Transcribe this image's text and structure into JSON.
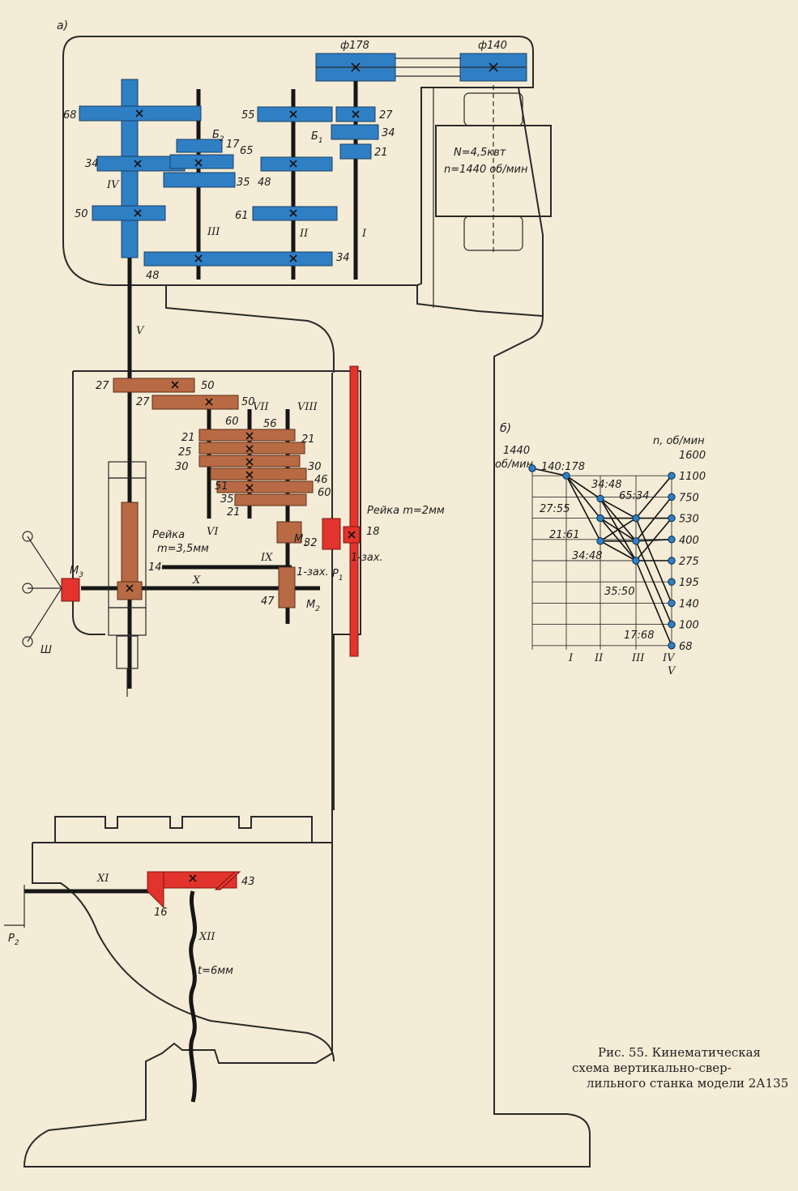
{
  "part_labels": {
    "a": "а)",
    "b": "б)"
  },
  "pulleys": {
    "p178": "ф178",
    "p140": "ф140"
  },
  "motor": {
    "power": "N=4,5квт",
    "speed": "n=1440 об/мин"
  },
  "shafts": {
    "I": "I",
    "II": "II",
    "III": "III",
    "IV": "IV",
    "V": "V",
    "VI": "VI",
    "VII": "VII",
    "VIII": "VIII",
    "IX": "IX",
    "X": "X",
    "XI": "XI",
    "XII": "XII"
  },
  "gears_top": {
    "g68": "68",
    "g34": "34",
    "g50": "50",
    "g48a": "48",
    "g17": "17",
    "g65": "65",
    "g35": "35",
    "g48b": "48",
    "g55": "55",
    "g61": "61",
    "g27": "27",
    "g34b": "34",
    "g21": "21",
    "g34c": "34",
    "b2": "Б",
    "b2sub": "2",
    "b1": "Б",
    "b1sub": "1"
  },
  "gears_feed": {
    "g27a": "27",
    "g50a": "50",
    "g27b": "27",
    "g50b": "50",
    "g60a": "60",
    "g56": "56",
    "g21a": "21",
    "g25": "25",
    "g30a": "30",
    "g51": "51",
    "g35": "35",
    "g21b": "21",
    "g30b": "30",
    "g46": "46",
    "g60b": "60",
    "g21c": "21",
    "g32": "32",
    "g47": "47",
    "g14": "14",
    "g18": "18"
  },
  "rack_labels": {
    "rack1": "Рейка",
    "rack1m": "m=3,5мм",
    "rack2": "Рейка m=2мм"
  },
  "clutch_labels": {
    "M1": "M",
    "M1sub": "1",
    "M2": "M",
    "M2sub": "2",
    "M3": "M",
    "M3sub": "3",
    "P1": "P",
    "P1sub": "1",
    "P2": "P",
    "P2sub": "2",
    "worm1": "1-зах.",
    "worm2": "1-зах.",
    "sh": "Ш"
  },
  "table_lift": {
    "g16": "16",
    "g43": "43",
    "pitch": "t=6мм"
  },
  "speed_chart": {
    "input_rpm": "1440",
    "input_unit": "об/мин",
    "unit_label": "n, об/мин",
    "ratios": [
      "140:178",
      "34:48",
      "65:34",
      "27:55",
      "21:61",
      "34:48",
      "35:50",
      "17:68"
    ],
    "speeds": [
      "1600",
      "1100",
      "750",
      "530",
      "400",
      "275",
      "195",
      "140",
      "100",
      "68"
    ],
    "columns": [
      "I",
      "II",
      "III",
      "IV",
      "V"
    ]
  },
  "caption": {
    "line1": "Рис. 55. Кинематическая",
    "line2": "схема  вертикально-свер-",
    "line3": "лильного станка модели 2А135"
  },
  "colors": {
    "spindle_gears": "#2f7fc4",
    "feed_gears": "#b86a44",
    "rack_and_table": "#e2332c",
    "paper": "#f4ecd6"
  }
}
